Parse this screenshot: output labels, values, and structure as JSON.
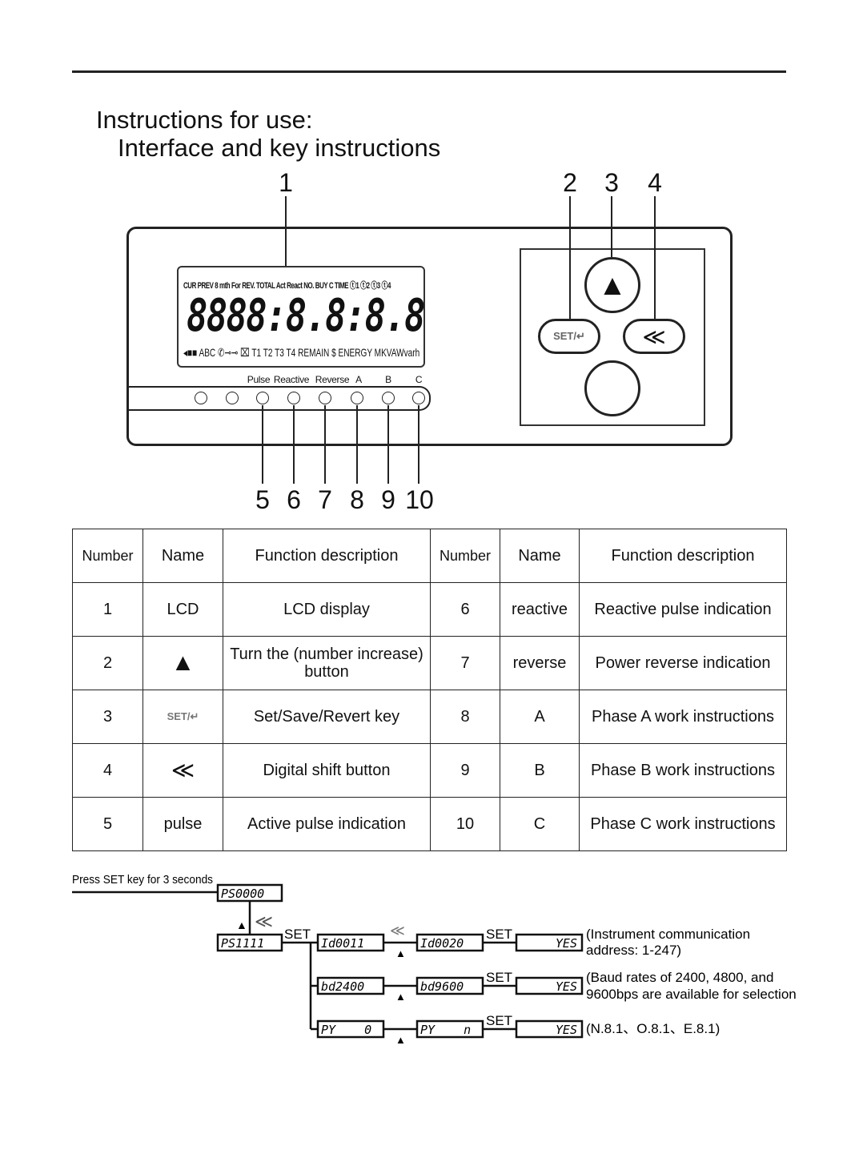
{
  "title": "Instructions for use:",
  "subtitle": "Interface and key instructions",
  "callouts": [
    "1",
    "2",
    "3",
    "4",
    "5",
    "6",
    "7",
    "8",
    "9",
    "10"
  ],
  "lcd": {
    "top_line": "CUR PREV 8 mth For REV. TOTAL Act React NO. BUY C TIME ⓣ1 ⓣ2 ⓣ3 ⓣ4",
    "digits": "8888:8.8:8.8",
    "bottom_line": "◂■■ ABC ✆⊸⊸ ⌧ T1 T2 T3 T4 REMAIN $ ENERGY MKVAWvarh"
  },
  "indicators": [
    "Pulse",
    "Reactive",
    "Reverse",
    "A",
    "B",
    "C"
  ],
  "keys": {
    "up": "▲",
    "set": "SET/↵",
    "shift": "≪"
  },
  "table": {
    "headers": [
      "Number",
      "Name",
      "Function description",
      "Number",
      "Name",
      "Function description"
    ],
    "rows": [
      [
        "1",
        "LCD",
        "LCD display",
        "6",
        "reactive",
        "Reactive pulse indication"
      ],
      [
        "2",
        "▲",
        "Turn the (number increase) button",
        "7",
        "reverse",
        "Power reverse indication"
      ],
      [
        "3",
        "SET/↵",
        "Set/Save/Revert key",
        "8",
        "A",
        "Phase A work instructions"
      ],
      [
        "4",
        "≪",
        "Digital shift button",
        "9",
        "B",
        "Phase B work instructions"
      ],
      [
        "5",
        "pulse",
        "Active pulse indication",
        "10",
        "C",
        "Phase C work instructions"
      ]
    ]
  },
  "flow": {
    "start_label": "Press SET key for 3 seconds",
    "set": "SET",
    "displays": {
      "ps0": "PS0000",
      "ps1": "PS1111",
      "id1": "Id0011",
      "id2": "Id0020",
      "bd1": "bd2400",
      "bd2": "bd9600",
      "py1": "PY    0",
      "py2": "PY    n",
      "yes": "YES"
    },
    "notes": [
      "(Instrument communication",
      "address: 1-247)",
      "(Baud rates of 2400, 4800, and",
      "9600bps are available for selection",
      "(N.8.1、O.8.1、E.8.1)"
    ]
  }
}
